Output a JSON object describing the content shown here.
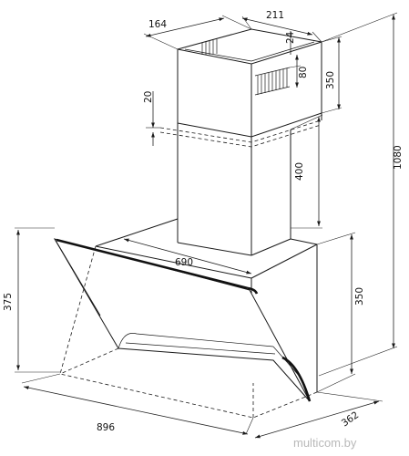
{
  "dimensions": {
    "chimney_depth": "164",
    "chimney_width": "211",
    "vent_gap": "24",
    "vent_height": "80",
    "upper_chimney_height": "350",
    "total_height": "1080",
    "overlap": "20",
    "lower_chimney_height": "400",
    "hood_depth": "690",
    "hood_height_front": "375",
    "hood_height_side": "350",
    "hood_width": "896",
    "base_depth": "362"
  },
  "watermark": "multicom.by",
  "colors": {
    "line": "#1a1a1a",
    "background": "#ffffff",
    "watermark": "#b9b9b9"
  }
}
